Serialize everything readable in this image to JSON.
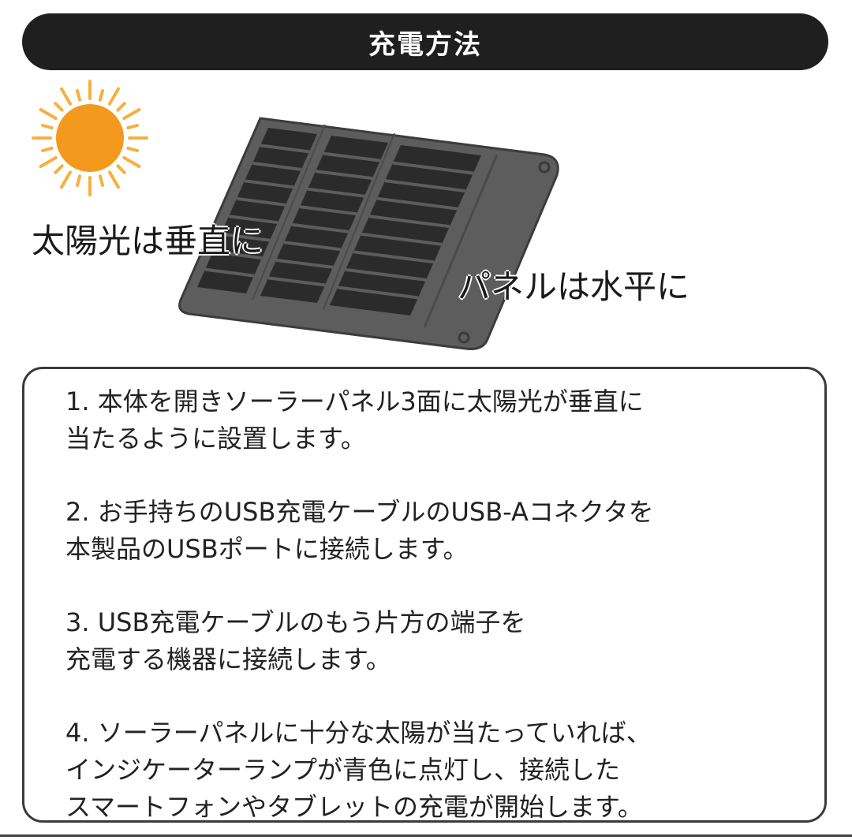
{
  "header": {
    "title": "充電方法"
  },
  "illustration": {
    "sun_caption": "太陽光は垂直に",
    "panel_caption": "パネルは水平に",
    "sun_color": "#f39a1e",
    "panel_color": "#5a5a5a",
    "cell_color": "#2b2b2b"
  },
  "steps": [
    {
      "line1": "1. 本体を開きソーラーパネル3面に太陽光が垂直に",
      "line2": "当たるように設置します。"
    },
    {
      "line1": "2. お手持ちのUSB充電ケーブルのUSB-Aコネクタを",
      "line2": "本製品のUSBポートに接続します。"
    },
    {
      "line1": "3. USB充電ケーブルのもう片方の端子を",
      "line2": "充電する機器に接続します。"
    },
    {
      "line1": "4. ソーラーパネルに十分な太陽が当たっていれば、",
      "line2": "インジケーターランプが青色に点灯し、接続した",
      "line3": "スマートフォンやタブレットの充電が開始します。"
    }
  ]
}
